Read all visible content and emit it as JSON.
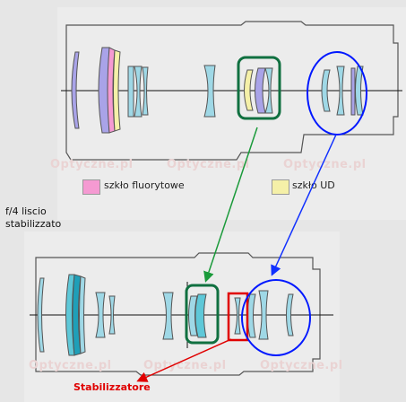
{
  "legend": {
    "fluorite": {
      "label": "szkło fluorytowe",
      "color": "#f59ad2"
    },
    "ud": {
      "label": "szkło UD",
      "color": "#f5f0a8"
    }
  },
  "bottom_caption": {
    "line1": "f/4 liscio",
    "line2": "stabilizzato"
  },
  "stabilizer_label": "Stabilizzatore",
  "watermark": "Optyczne.pl",
  "colors": {
    "element_blue": "#9fd8e6",
    "element_cyan": "#5ec8d8",
    "element_purple": "#a9a3e8",
    "highlight_green": "#107040",
    "highlight_blue": "#0018ff",
    "highlight_red": "#e00000",
    "arrow_green": "#1a9a3a",
    "arrow_blue": "#1030ff",
    "arrow_red": "#e00000"
  }
}
